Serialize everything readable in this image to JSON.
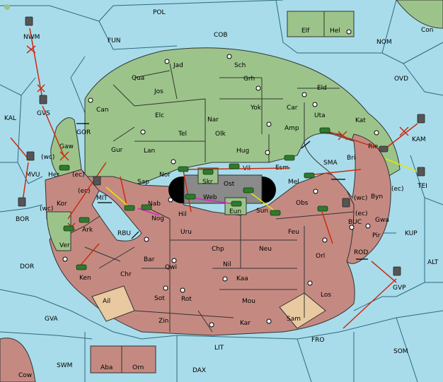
{
  "colors": {
    "sea": "#a8dcea",
    "green_land": "#9cc48a",
    "red_land": "#c48a82",
    "tan_land": "#e8c9a0",
    "grey_land": "#8a8a8a",
    "border": "#2d6a80",
    "move_arrow_red": "#cc2a10",
    "move_arrow_yellow": "#e6e600",
    "move_arrow_magenta": "#e020c0"
  },
  "sea_labels": [
    "POL",
    "COB",
    "FUN",
    "NWM",
    "NOM",
    "Con",
    "OVD",
    "KAL",
    "GVS",
    "GOR",
    "MVU",
    "BOR",
    "MIT",
    "RBU",
    "SMA",
    "KAM",
    "TEI",
    "BUC",
    "KUP",
    "ROD",
    "ALT",
    "DOR",
    "GVP",
    "GVA",
    "FRO",
    "SOM",
    "LIT",
    "SWM",
    "DAX",
    "Cow"
  ],
  "land_labels_green": [
    "Jad",
    "Sch",
    "Qua",
    "Jos",
    "Grh",
    "Eld",
    "Can",
    "Elc",
    "Nar",
    "Yok",
    "Car",
    "Uta",
    "Kat",
    "Tel",
    "Olk",
    "Amp",
    "Gur",
    "Lan",
    "Hug",
    "Esm",
    "Sap",
    "Nor",
    "Skr",
    "Vil",
    "Gaw",
    "Her",
    "Ver",
    "Elf",
    "Hel"
  ],
  "land_labels_red": [
    "Rie",
    "Bri",
    "Byn",
    "Mel",
    "Ost",
    "Web",
    "Eun",
    "Sun",
    "Obs",
    "Kor",
    "Nab",
    "Hil",
    "Nog",
    "Ark",
    "Uru",
    "Feu",
    "Gwa",
    "Pir",
    "Chp",
    "Neu",
    "Orl",
    "Bar",
    "Qwi",
    "Nil",
    "Ken",
    "Chr",
    "Kaa",
    "Sot",
    "Rot",
    "Mou",
    "Los",
    "Zin",
    "Kar",
    "Aba",
    "Orn"
  ],
  "land_labels_tan": [
    "Ail",
    "Sam"
  ],
  "coast_tags": [
    "(wc)",
    "(ec)",
    "(ec)",
    "(wc)",
    "(ec)",
    "(wc)",
    "(ec)"
  ]
}
